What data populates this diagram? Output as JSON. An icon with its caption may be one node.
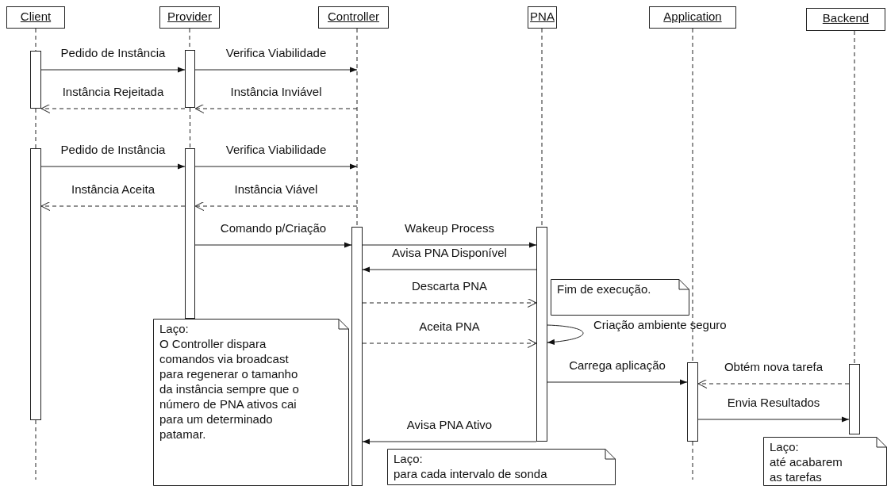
{
  "diagram": {
    "nodes": [
      {
        "text": [
          "Client"
        ]
      },
      {
        "text": [
          "Provider"
        ]
      },
      {
        "text": [
          "Controller"
        ]
      },
      {
        "text": [
          "PNA"
        ]
      },
      {
        "text": [
          "Application"
        ]
      },
      {
        "text": [
          "Backend"
        ]
      },
      {
        "text": [],
        "shape": "bar"
      },
      {
        "text": [],
        "shape": "bar"
      },
      {
        "text": [],
        "shape": "bar"
      },
      {
        "text": [],
        "shape": "bar"
      },
      {
        "text": [],
        "shape": "bar"
      },
      {
        "text": [],
        "shape": "bar"
      },
      {
        "text": [],
        "shape": "bar"
      },
      {
        "text": [],
        "shape": "bar"
      },
      {
        "text": [
          "Fim de execução."
        ]
      },
      {
        "text": [
          "Laço:",
          "O Controller dispara comandos via broadcast para regenerar o tamanho da instância sempre que o número de PNA ativos cai para um determinado patamar."
        ]
      },
      {
        "text": [
          "Laço:",
          "para cada intervalo de sonda"
        ]
      },
      {
        "text": [
          "Laço:",
          "até acabarem as tarefas"
        ]
      }
    ],
    "edges": [
      {
        "from": 6,
        "to": 7,
        "arrow": "to",
        "label": "Pedido de Instância"
      },
      {
        "from": 7,
        "to": null,
        "arrow": "to",
        "label": "Verifica Viabilidade"
      },
      {
        "from": null,
        "to": 7,
        "arrow": "to",
        "label": "Instância Inviável",
        "style": "dashed"
      },
      {
        "from": 7,
        "to": 6,
        "arrow": "to",
        "label": "Instância Rejeitada",
        "style": "dashed"
      },
      {
        "from": 8,
        "to": 9,
        "arrow": "to",
        "label": "Pedido de Instância"
      },
      {
        "from": 9,
        "to": null,
        "arrow": "to",
        "label": "Verifica Viabilidade"
      },
      {
        "from": null,
        "to": 9,
        "arrow": "to",
        "label": "Instância Viável",
        "style": "dashed"
      },
      {
        "from": 9,
        "to": 8,
        "arrow": "to",
        "label": "Instância Aceita",
        "style": "dashed"
      },
      {
        "from": 9,
        "to": 10,
        "arrow": "to",
        "label": "Comando p/Criação"
      },
      {
        "from": 10,
        "to": 11,
        "arrow": "to",
        "label": "Wakeup Process"
      },
      {
        "from": 11,
        "to": 10,
        "arrow": "to",
        "label": "Avisa PNA Disponível"
      },
      {
        "from": 10,
        "to": 11,
        "arrow": "to",
        "label": "Descarta PNA",
        "style": "dashed"
      },
      {
        "from": 10,
        "to": 11,
        "arrow": "to",
        "label": "Aceita PNA",
        "style": "dashed"
      },
      {
        "from": 11,
        "to": 11,
        "arrow": "to",
        "label": "Criação ambiente seguro"
      },
      {
        "from": 11,
        "to": 12,
        "arrow": "to",
        "label": "Carrega aplicação"
      },
      {
        "from": 13,
        "to": 12,
        "arrow": "to",
        "label": "Obtém nova tarefa",
        "style": "dashed"
      },
      {
        "from": 12,
        "to": 13,
        "arrow": "to",
        "label": "Envia Resultados"
      },
      {
        "from": 11,
        "to": 10,
        "arrow": "to",
        "label": "Avisa PNA Ativo"
      },
      {
        "from": 0,
        "to": 6,
        "arrow": "none",
        "style": "dashed"
      },
      {
        "from": 1,
        "to": 7,
        "arrow": "none",
        "style": "dashed"
      },
      {
        "from": 2,
        "to": 10,
        "arrow": "none",
        "style": "dashed"
      },
      {
        "from": 3,
        "to": 11,
        "arrow": "none",
        "style": "dashed"
      },
      {
        "from": 4,
        "to": 12,
        "arrow": "none",
        "style": "dashed"
      },
      {
        "from": 5,
        "to": 13,
        "arrow": "none",
        "style": "dashed"
      },
      {
        "from": 6,
        "to": 8,
        "arrow": "none",
        "style": "dashed"
      },
      {
        "from": 7,
        "to": 9,
        "arrow": "none",
        "style": "dashed"
      },
      {
        "from": 8,
        "to": null,
        "arrow": "none",
        "style": "dashed"
      },
      {
        "from": 12,
        "to": null,
        "arrow": "none",
        "style": "dashed"
      }
    ]
  }
}
